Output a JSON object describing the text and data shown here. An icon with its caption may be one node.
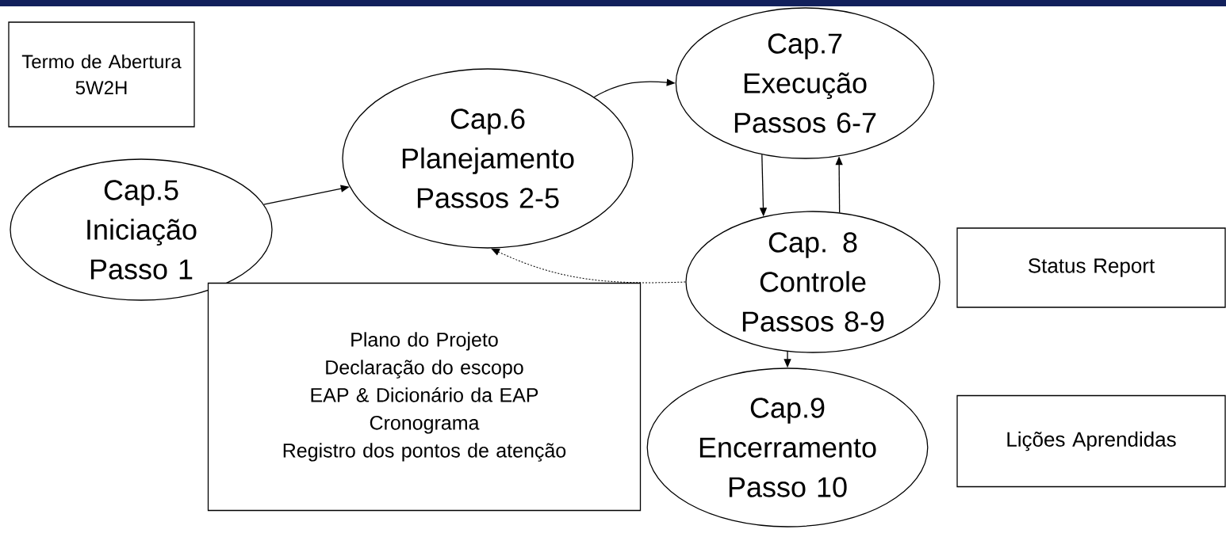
{
  "diagram": {
    "nodes": [
      {
        "text": [
          "Termo de Abertura",
          "5W2H"
        ]
      },
      {
        "text": [
          "Cap.5 Iniciação Passo 1"
        ]
      },
      {
        "text": [
          "Cap.6 Planejamento Passos 2-5"
        ]
      },
      {
        "text": [
          "Cap.7 Execução Passos 6-7"
        ]
      },
      {
        "text": [
          "Cap. 8 Controle Passos 8-9"
        ]
      },
      {
        "text": [
          "Status Report"
        ]
      },
      {
        "text": [
          "Plano do Projeto",
          "Declaração do escopo",
          "EAP & Dicionário da EAP",
          "Cronograma",
          "Registro dos pontos de atenção"
        ]
      },
      {
        "text": [
          "Cap.9 Encerramento Passo 10"
        ]
      },
      {
        "text": [
          "Lições Aprendidas"
        ]
      }
    ],
    "edges": [
      {
        "from": 1,
        "to": 2,
        "arrow": "to"
      },
      {
        "from": 2,
        "to": 3,
        "arrow": "to"
      },
      {
        "from": 3,
        "to": 4,
        "arrow": "to"
      },
      {
        "from": 4,
        "to": 3,
        "arrow": "to"
      },
      {
        "from": 4,
        "to": 2,
        "arrow": "to",
        "style": "dashed"
      },
      {
        "from": 4,
        "to": 7,
        "arrow": "to"
      }
    ]
  }
}
